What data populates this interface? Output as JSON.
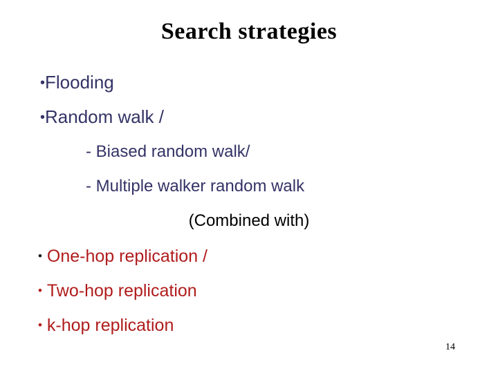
{
  "slide": {
    "title": "Search strategies",
    "page_number": "14",
    "colors": {
      "navy": "#333366",
      "red": "#b01c1c",
      "black": "#000000",
      "background": "#ffffff"
    },
    "bullets": {
      "flooding": {
        "marker": "•",
        "text": "Flooding"
      },
      "random_walk": {
        "marker": "•",
        "text": "Random walk /"
      },
      "biased_random_walk": {
        "marker": "-",
        "text": "Biased random walk/"
      },
      "multiple_walker_random_walk": {
        "marker": "-",
        "text": "Multiple walker random walk"
      },
      "combined_with": {
        "text": "(Combined with)"
      },
      "one_hop_replication": {
        "marker": "•",
        "text": "One-hop replication /"
      },
      "two_hop_replication": {
        "marker": "•",
        "text": "Two-hop replication"
      },
      "k_hop_replication": {
        "marker": "•",
        "text": "k-hop replication"
      }
    }
  }
}
